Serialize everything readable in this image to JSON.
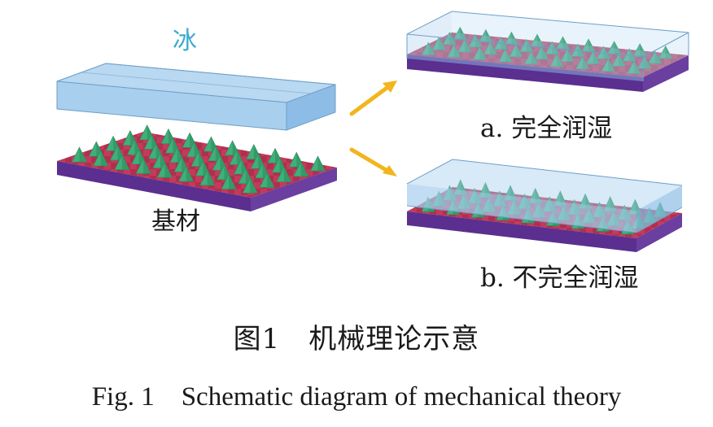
{
  "labels": {
    "ice": "冰",
    "substrate": "基材",
    "full_wetting": "a. 完全润湿",
    "partial_wetting": "b. 不完全润湿"
  },
  "caption": {
    "chinese": "图1　机械理论示意",
    "english": "Fig. 1　Schematic diagram of mechanical theory"
  },
  "colors": {
    "ice_fill": "#a8cfee",
    "ice_side": "#8dbde6",
    "substrate_top": "#c43a5a",
    "substrate_side": "#6b3fa0",
    "substrate_front": "#5a2f90",
    "cone": "#3fb07a",
    "arrow": "#f2b51c",
    "ice_label": "#3aa9cf"
  },
  "states": {
    "full_wetting": "ice fills all gaps between cones",
    "partial_wetting": "ice rests on cone tips with gaps"
  }
}
